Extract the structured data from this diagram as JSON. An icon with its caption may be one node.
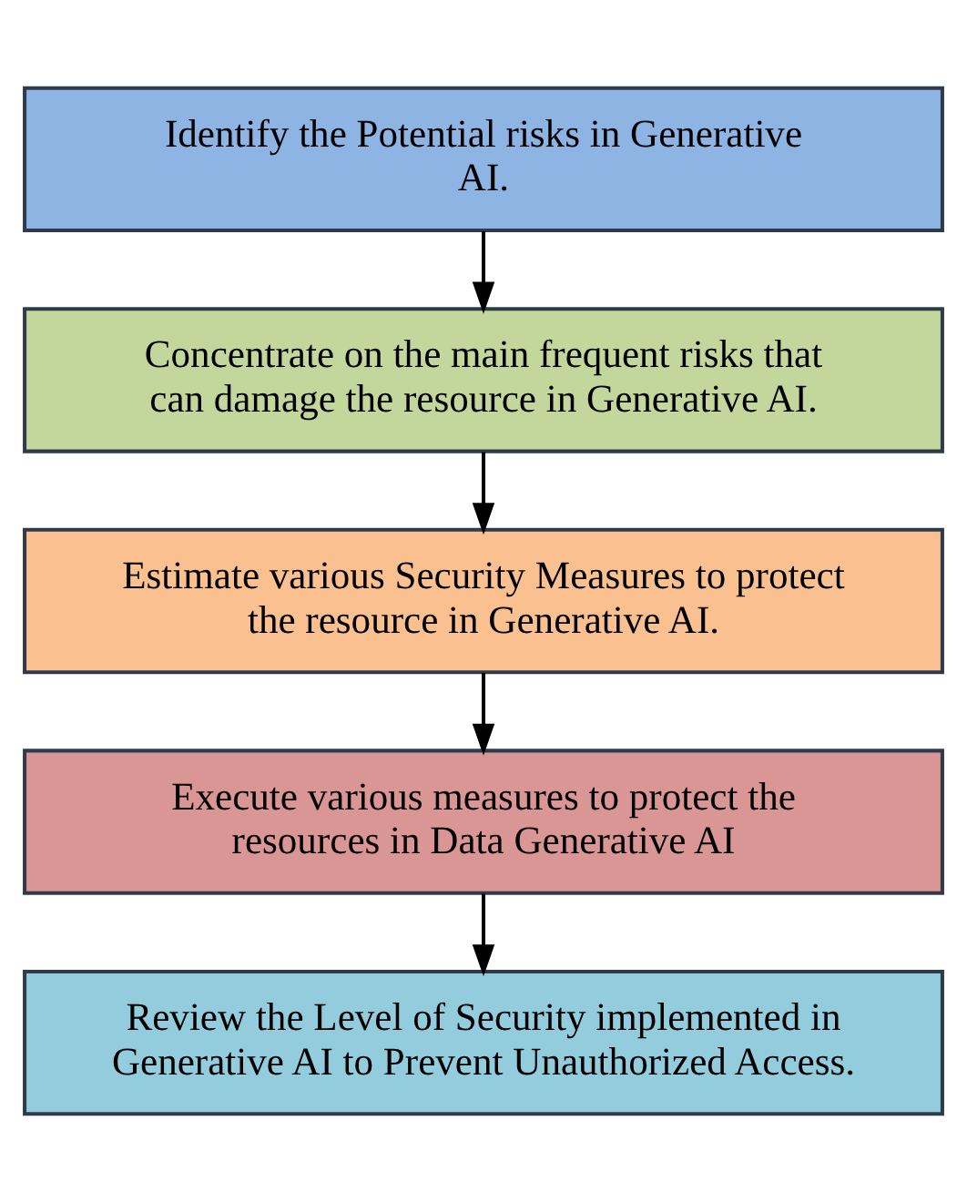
{
  "diagram": {
    "nodes": [
      {
        "text": [
          "Identify the Potential risks in Generative AI."
        ]
      },
      {
        "text": [
          "Concentrate on the main frequent risks that can damage the resource in Generative AI."
        ]
      },
      {
        "text": [
          "Estimate various Security Measures to protect the resource in Generative AI."
        ]
      },
      {
        "text": [
          "Execute various measures to protect the resources in Data Generative AI"
        ]
      },
      {
        "text": [
          "Review the Level of Security implemented in Generative AI to Prevent Unauthorized Access."
        ]
      }
    ],
    "edges": [
      {
        "from": 0,
        "to": 1,
        "arrow": "to"
      },
      {
        "from": 1,
        "to": 2,
        "arrow": "to"
      },
      {
        "from": 2,
        "to": 3,
        "arrow": "to"
      },
      {
        "from": 3,
        "to": 4,
        "arrow": "to"
      }
    ]
  }
}
